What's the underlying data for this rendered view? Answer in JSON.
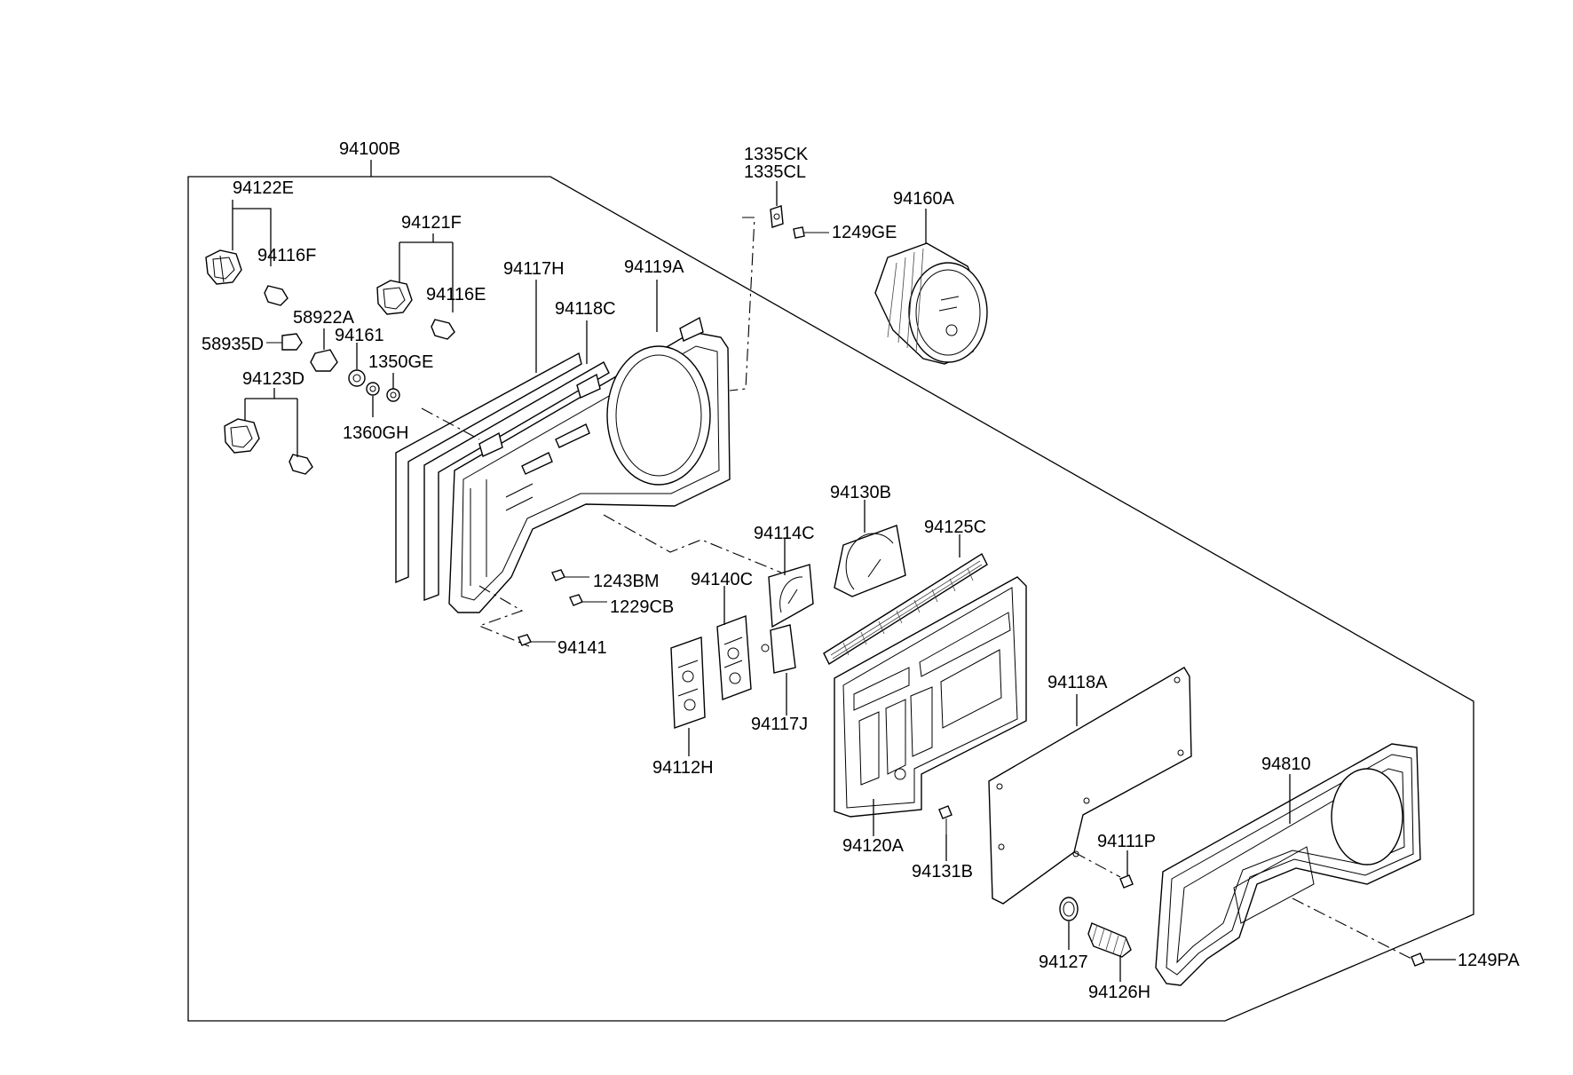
{
  "diagram": {
    "callouts": {
      "p94100B": "94100B",
      "p94122E": "94122E",
      "p94116F": "94116F",
      "p94121F": "94121F",
      "p94116E": "94116E",
      "p94117H": "94117H",
      "p94119A": "94119A",
      "p94118C": "94118C",
      "p58922A": "58922A",
      "p58935D": "58935D",
      "p94161": "94161",
      "p1350GE": "1350GE",
      "p94123D": "94123D",
      "p1360GH": "1360GH",
      "p1335CK": "1335CK",
      "p1335CL": "1335CL",
      "p1249GE": "1249GE",
      "p94160A": "94160A",
      "p94130B": "94130B",
      "p94114C": "94114C",
      "p94125C": "94125C",
      "p94140C": "94140C",
      "p1243BM": "1243BM",
      "p1229CB": "1229CB",
      "p94141": "94141",
      "p94117J": "94117J",
      "p94112H": "94112H",
      "p94118A": "94118A",
      "p94120A": "94120A",
      "p94131B": "94131B",
      "p94111P": "94111P",
      "p94810": "94810",
      "p94127": "94127",
      "p94126H": "94126H",
      "p1249PA": "1249PA"
    }
  }
}
